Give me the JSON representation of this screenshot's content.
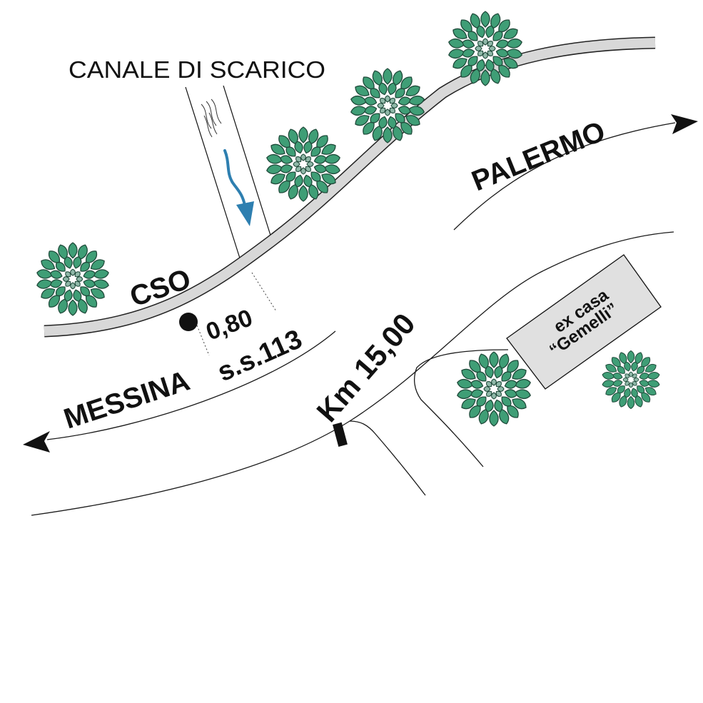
{
  "labels": {
    "canal": "CANALE DI SCARICO",
    "cso": "CSO",
    "messina": "MESSINA",
    "palermo": "PALERMO",
    "distance": "0,80",
    "road_code": "s.s.113",
    "km_marker": "Km 15,00",
    "house_line1": "ex casa",
    "house_line2": "“Gemelli”"
  },
  "colors": {
    "water_arrow": "#2e7fb0",
    "tree_foliage": "#3f9e76",
    "tree_outline": "#1f4a3a",
    "building_fill": "#e0e0e0",
    "road_band": "#d8d8d8"
  },
  "icons": {
    "tree": "tree-icon",
    "point": "location-dot-icon",
    "arrow": "direction-arrow-icon"
  }
}
